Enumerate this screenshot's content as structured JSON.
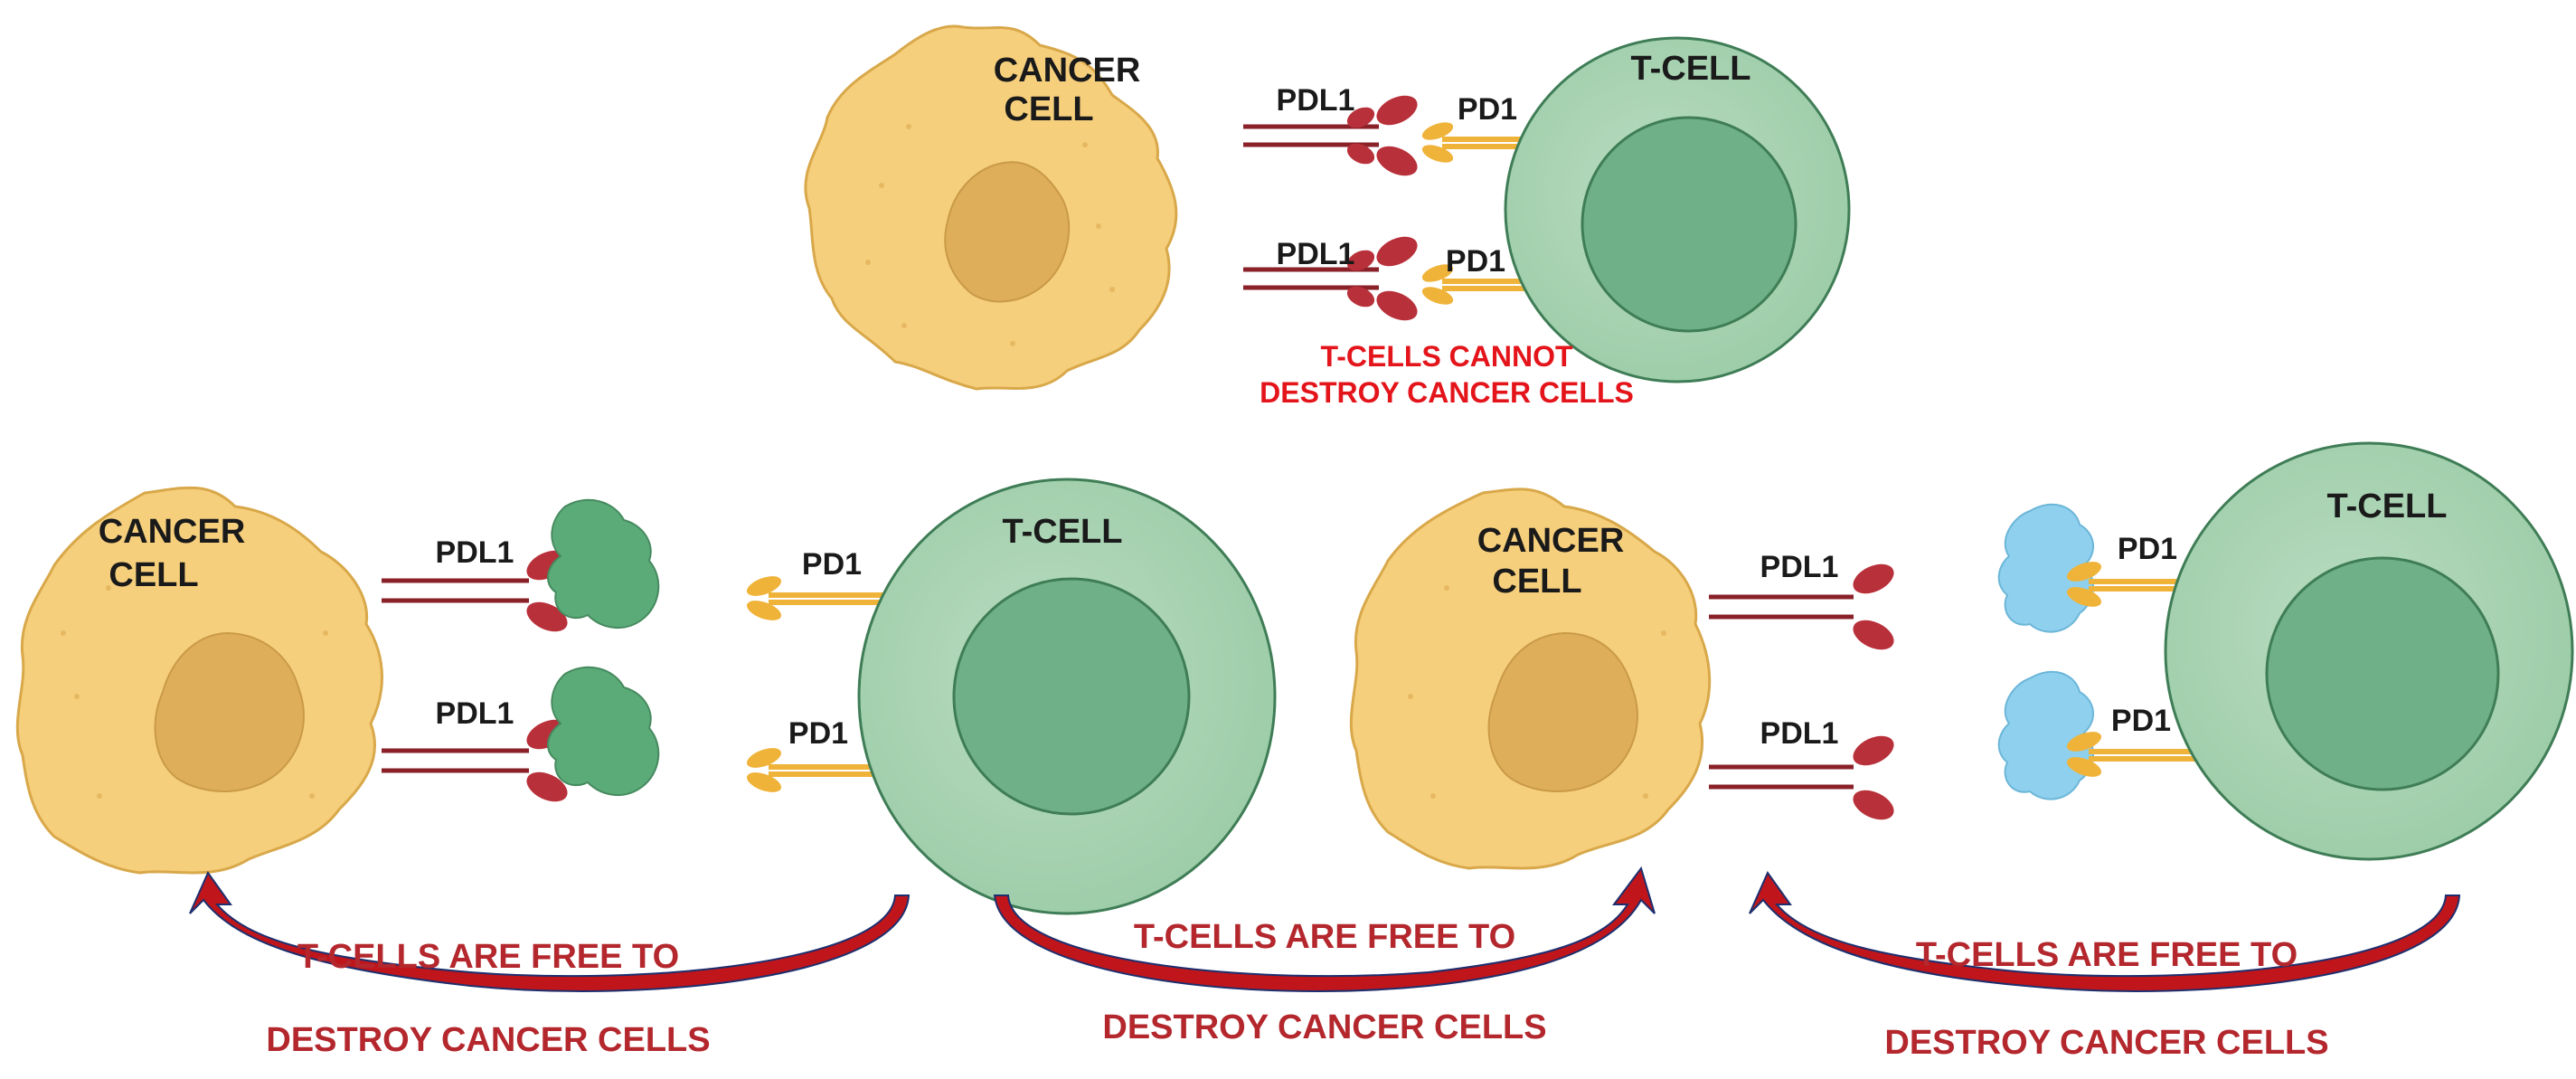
{
  "top_panel": {
    "cancer_cell": [
      "CANCER",
      "CELL"
    ],
    "t_cell": "T-CELL",
    "pdl1_labels": [
      "PDL1",
      "PDL1"
    ],
    "pd1_labels": [
      "PD1",
      "PD1"
    ],
    "caption": [
      "T-CELLS CANNOT",
      "DESTROY CANCER CELLS"
    ]
  },
  "left_panel": {
    "cancer_cell": [
      "CANCER",
      "CELL"
    ],
    "t_cell": "T-CELL",
    "pdl1_labels": [
      "PDL1",
      "PDL1"
    ],
    "pd1_labels": [
      "PD1",
      "PD1"
    ]
  },
  "right_panel": {
    "cancer_cell": [
      "CANCER",
      "CELL"
    ],
    "t_cell": "T-CELL",
    "pdl1_labels": [
      "PDL1",
      "PDL1"
    ],
    "pd1_labels": [
      "PD1",
      "PD1"
    ]
  },
  "arrow_captions": [
    {
      "line1": "T-CELLS ARE FREE TO",
      "line2": "DESTROY CANCER CELLS"
    },
    {
      "line1": "T-CELLS ARE FREE TO",
      "line2": "DESTROY CANCER CELLS"
    },
    {
      "line1": "T-CELLS ARE FREE TO",
      "line2": "DESTROY CANCER CELLS"
    }
  ],
  "colors": {
    "cancer_fill": "#f6cf7c",
    "cancer_stroke": "#d8a84a",
    "nucleus": "#dfae5a",
    "tcell_outer": "#a8d5b3",
    "tcell_inner": "#6fb088",
    "tcell_stroke": "#3f7d56",
    "pdl1": "#b8303a",
    "pd1": "#f0b339",
    "antibody_green": "#5bab78",
    "antibody_blue": "#8fd0ee",
    "caption_red": "#e4141b",
    "arrow_red": "#c0151b"
  }
}
